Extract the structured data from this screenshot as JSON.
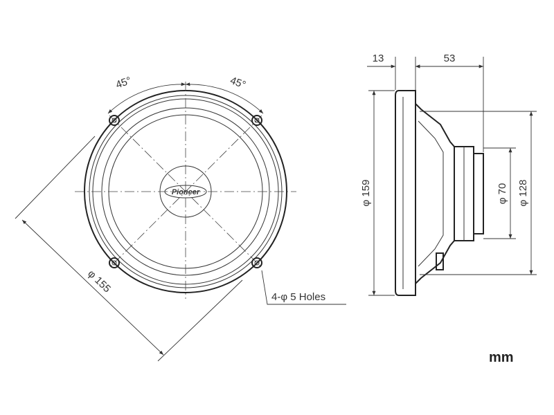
{
  "front_view": {
    "angle_left": "45°",
    "angle_right": "45°",
    "diameter": "φ 155",
    "holes": "4-φ 5 Holes",
    "logo": "Pioneer"
  },
  "side_view": {
    "depth_flange": "13",
    "depth_body": "53",
    "diameter_outer": "φ 159",
    "diameter_magnet": "φ 70",
    "diameter_frame": "φ 128"
  },
  "units": "mm"
}
